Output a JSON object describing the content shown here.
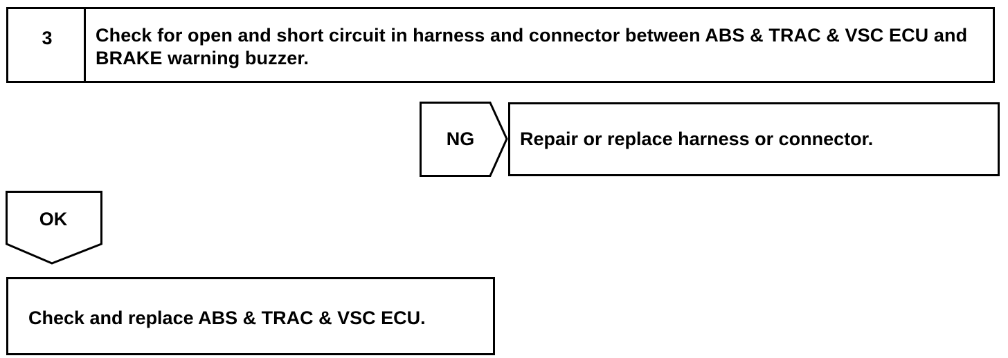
{
  "step": {
    "number": "3",
    "title": "Check for open and short circuit in harness and connector between ABS & TRAC & VSC ECU and BRAKE warning buzzer."
  },
  "ng_branch": {
    "label": "NG",
    "action": "Repair or replace harness or connector."
  },
  "ok_branch": {
    "label": "OK",
    "action": "Check and replace ABS & TRAC & VSC ECU."
  }
}
